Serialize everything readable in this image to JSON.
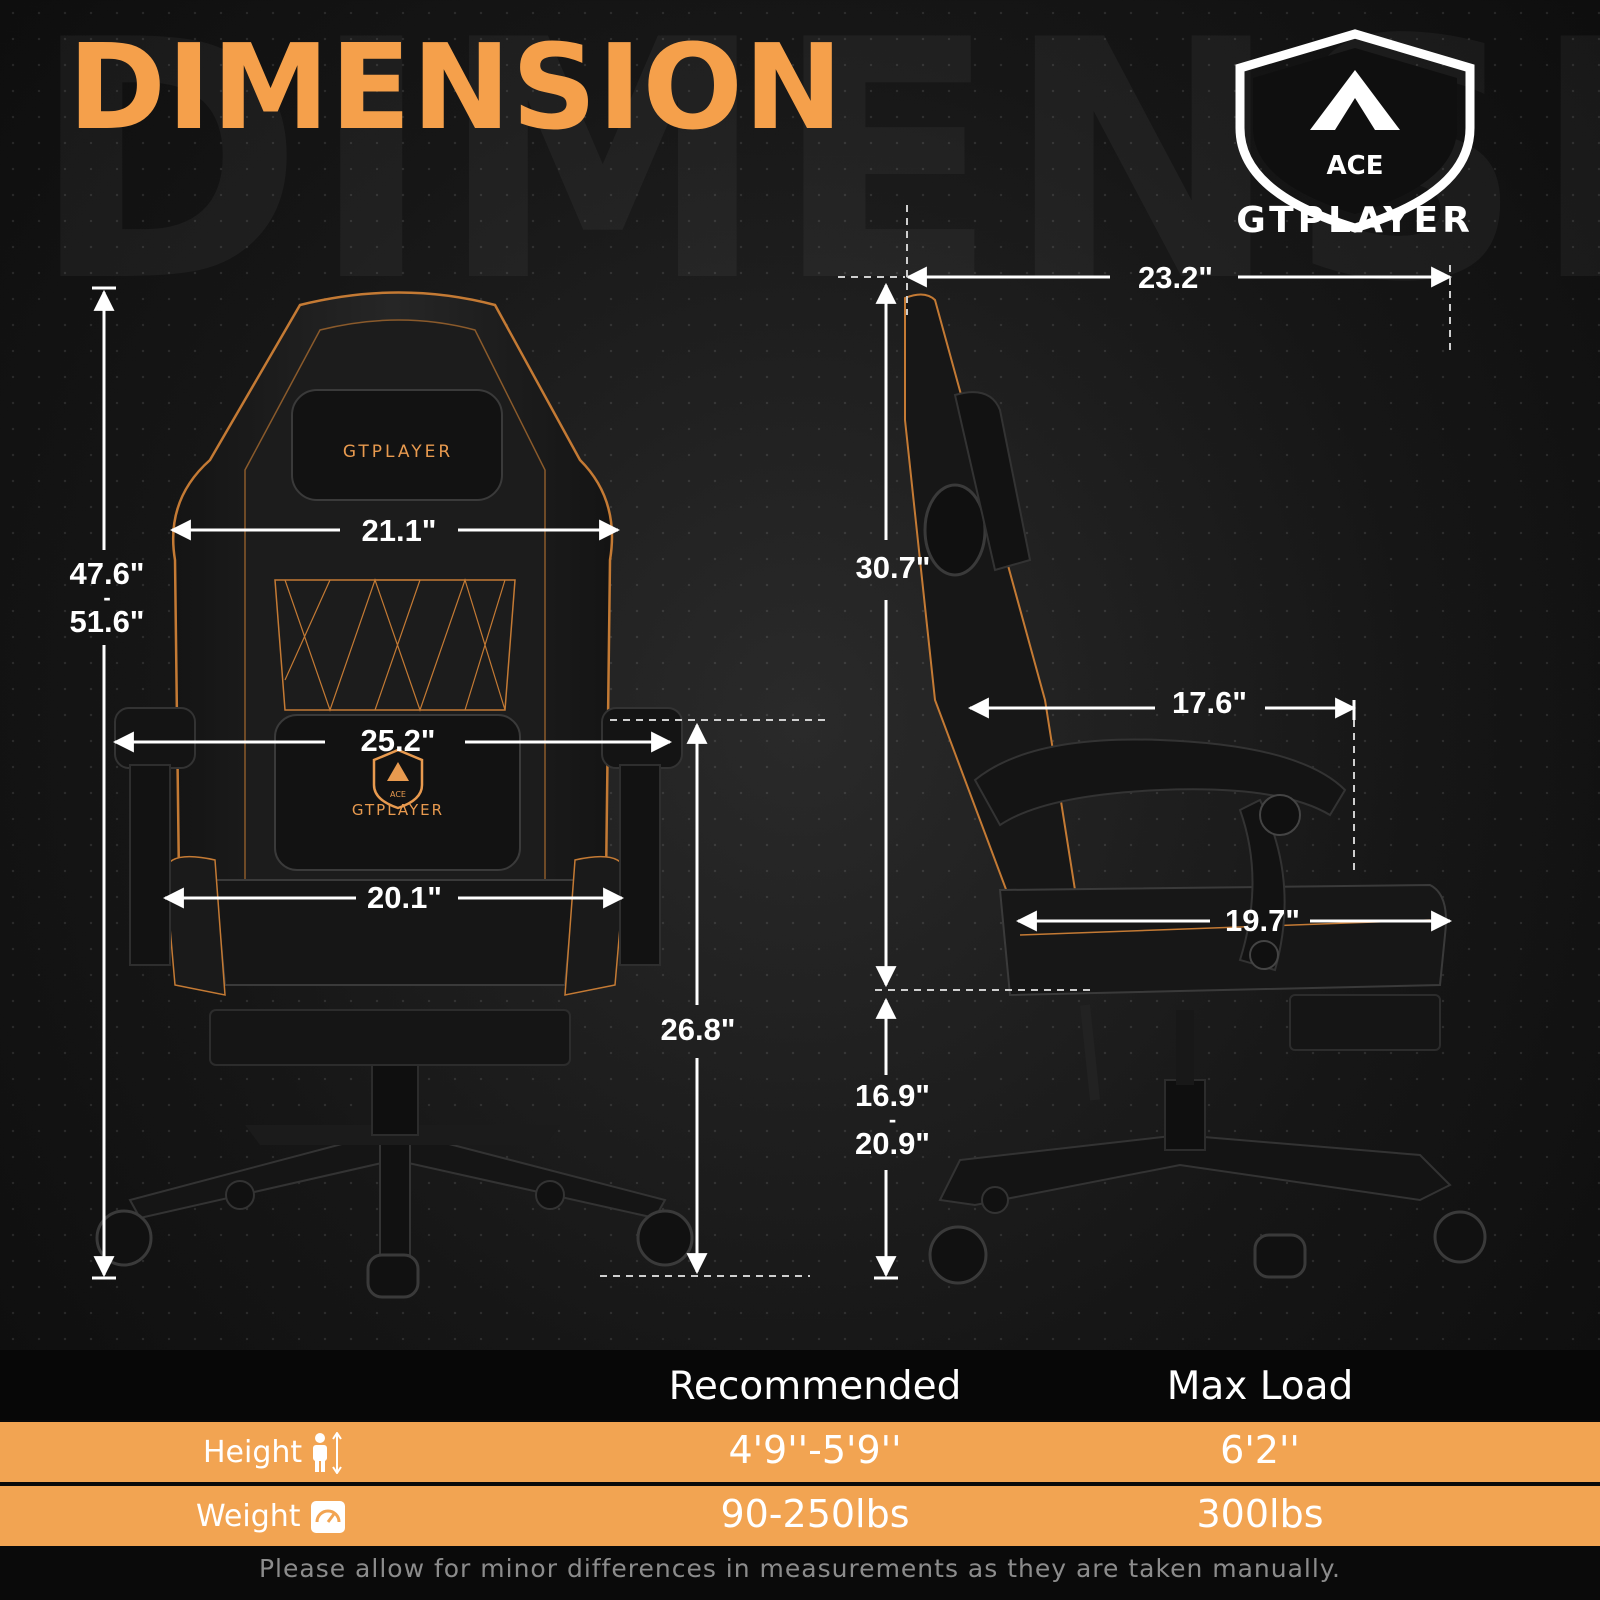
{
  "header": {
    "background_word": "DIMENSI",
    "title": "DIMENSION",
    "accent_color": "#f5a04b"
  },
  "brand": {
    "badge_text": "ACE",
    "name": "GTPLAYER",
    "chair_headrest_text": "GTPLAYER",
    "chair_lumbar_text": "GTPLAYER",
    "chair_lumbar_badge": "ACE"
  },
  "front_view": {
    "overall_height_min": "47.6\"",
    "overall_height_sep": "-",
    "overall_height_max": "51.6\"",
    "backrest_width": "21.1\"",
    "armrest_width": "25.2\"",
    "seat_width": "20.1\"",
    "armrest_height": "26.8\""
  },
  "side_view": {
    "overall_depth": "23.2\"",
    "backrest_height": "30.7\"",
    "armrest_length": "17.6\"",
    "seat_depth": "19.7\"",
    "seat_height_min": "16.9\"",
    "seat_height_sep": "-",
    "seat_height_max": "20.9\""
  },
  "spec_table": {
    "columns": [
      "",
      "Recommended",
      "Max Load"
    ],
    "rows": [
      {
        "label": "Height",
        "icon": "person-height-icon",
        "recommended": "4'9''-5'9''",
        "max_load": "6'2''"
      },
      {
        "label": "Weight",
        "icon": "scale-icon",
        "recommended": "90-250lbs",
        "max_load": "300lbs"
      }
    ],
    "row_color": "#f2a452"
  },
  "footnote": "Please allow for minor differences in measurements as they are taken manually."
}
